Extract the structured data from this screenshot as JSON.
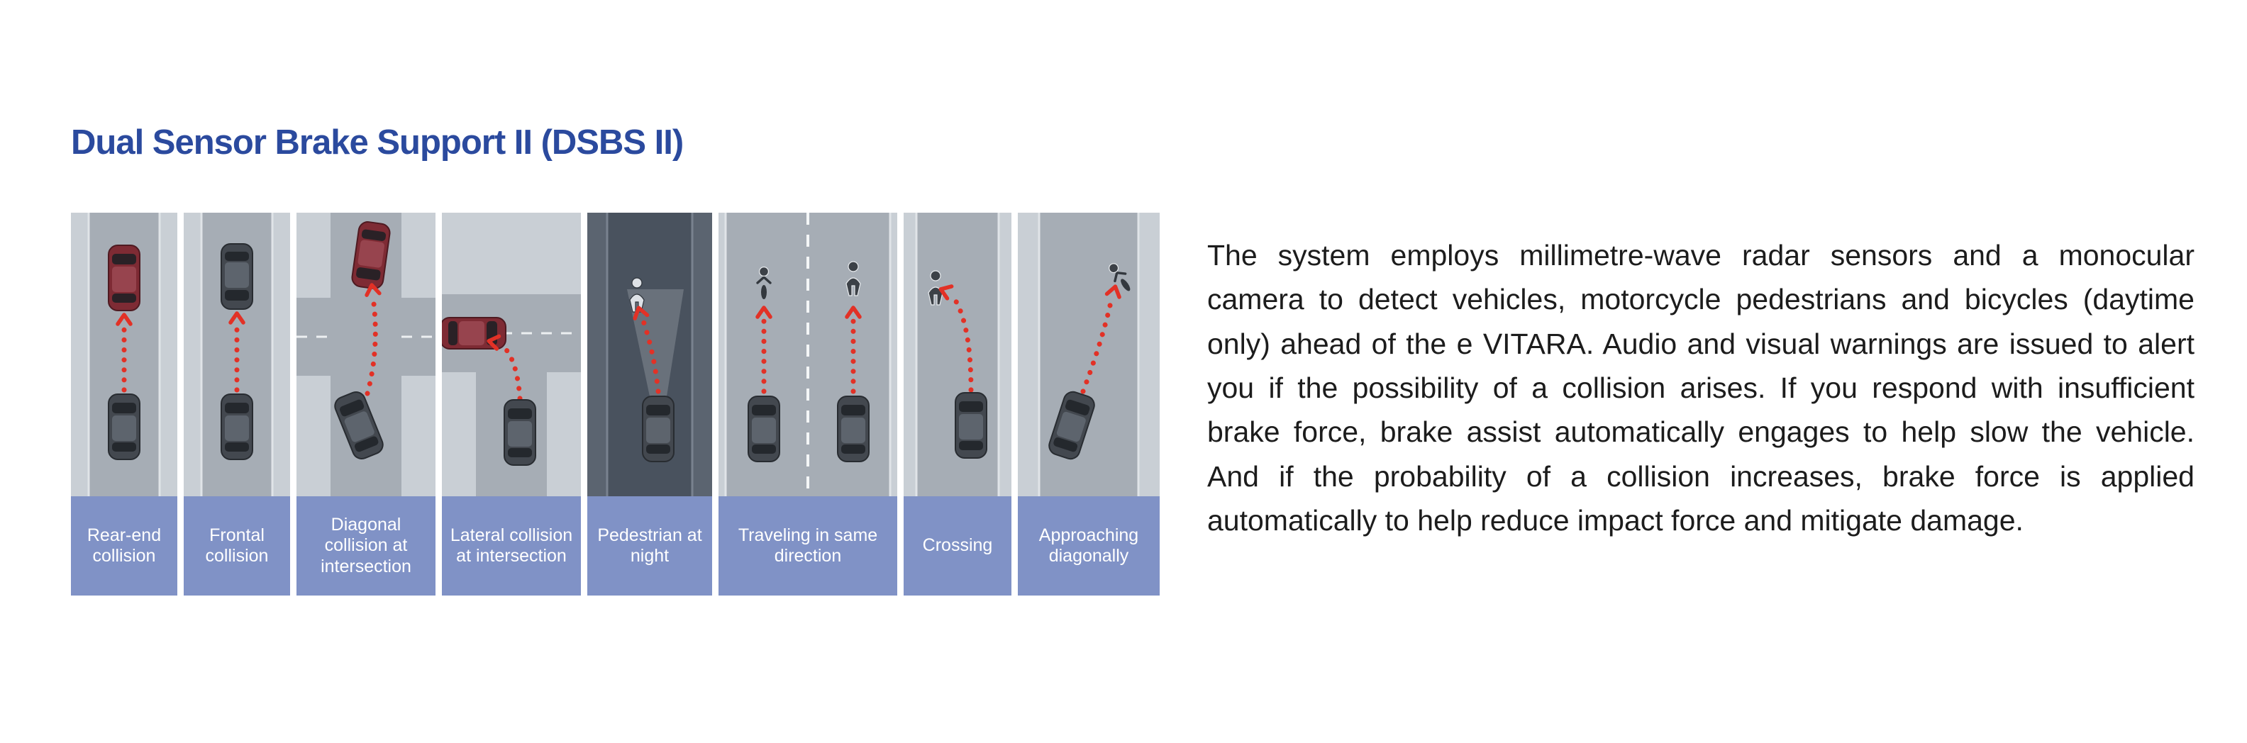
{
  "heading": {
    "title": "Dual Sensor Brake Support II (DSBS II)"
  },
  "description": {
    "text": "The system employs millimetre-wave radar sensors and a monocular camera to detect vehicles, motorcycle pedestrians and bicycles (daytime only) ahead of the e VITARA. Audio and visual warnings are issued to alert you if the possibility of a collision arises. If you respond with insufficient brake force, brake assist automatically engages to help slow the vehicle. And if the probability of a collision increases, brake force is applied automatically to help reduce impact force and mitigate damage."
  },
  "scenarios": [
    {
      "id": "rear-end-collision",
      "label": "Rear-end collision"
    },
    {
      "id": "frontal-collision",
      "label": "Frontal collision"
    },
    {
      "id": "diagonal-collision-at-intersection",
      "label": "Diagonal collision at intersection"
    },
    {
      "id": "lateral-collision-at-intersection",
      "label": "Lateral collision at intersection"
    },
    {
      "id": "pedestrian-at-night",
      "label": "Pedestrian at night"
    },
    {
      "id": "traveling-in-same-direction",
      "label": "Traveling in same direction"
    },
    {
      "id": "crossing",
      "label": "Crossing"
    },
    {
      "id": "approaching-diagonally",
      "label": "Approaching diagonally"
    }
  ],
  "colors": {
    "heading_blue": "#2b4a9e",
    "label_band_blue": "#8092c6",
    "alert_red": "#e23126",
    "body_text": "#1c1c1c",
    "panel_day_bg": "#c9cfd5",
    "panel_road": "#a6adb5",
    "panel_night_bg": "#5b6470",
    "panel_night_road": "#49525e",
    "car_dark": "#43484f",
    "car_red": "#7e2b34"
  }
}
